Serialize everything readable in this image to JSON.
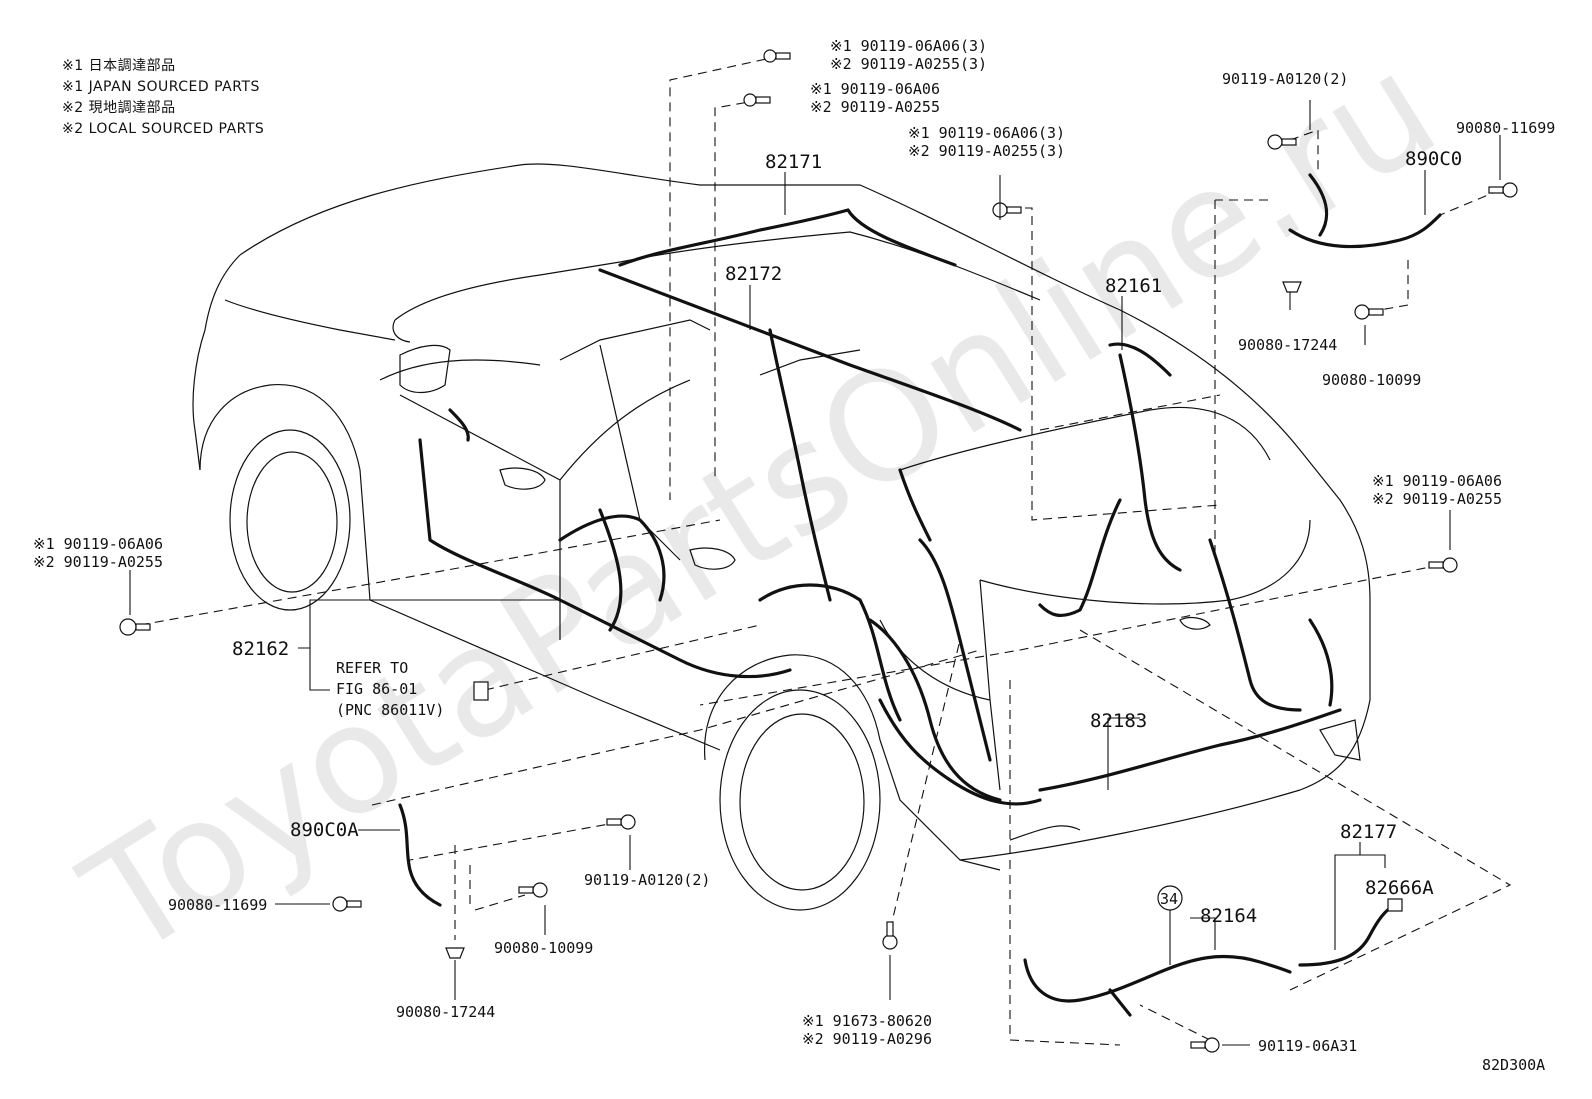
{
  "watermark": "ToyotaPartsOnline.ru",
  "notes": [
    "※1 日本調達部品",
    "※1 JAPAN SOURCED PARTS",
    "※2 現地調達部品",
    "※2 LOCAL SOURCED PARTS"
  ],
  "labels": {
    "p82171": "82171",
    "p82172": "82172",
    "p82161": "82161",
    "p82162": "82162",
    "p82183": "82183",
    "p82177": "82177",
    "p82666a": "82666A",
    "p82164": "82164",
    "p890c0": "890C0",
    "p890c0a": "890C0A",
    "circle34": "34",
    "fig_code": "82D300A"
  },
  "callouts": {
    "top1_a": "※1 90119-06A06(3)",
    "top1_b": "※2 90119-A0255(3)",
    "top2_a": "※1 90119-06A06",
    "top2_b": "※2 90119-A0255",
    "mid_a": "※1 90119-06A06(3)",
    "mid_b": "※2 90119-A0255(3)",
    "tr_a0120": "90119-A0120(2)",
    "tr_11699": "90080-11699",
    "tr_17244": "90080-17244",
    "tr_10099": "90080-10099",
    "right_a": "※1 90119-06A06",
    "right_b": "※2 90119-A0255",
    "left_a": "※1 90119-06A06",
    "left_b": "※2 90119-A0255",
    "refer1": "REFER TO",
    "refer2": "FIG 86-01",
    "refer3": "(PNC 86011V)",
    "bl_a0120": "90119-A0120(2)",
    "bl_11699": "90080-11699",
    "bl_10099": "90080-10099",
    "bl_17244": "90080-17244",
    "bot_a": "※1 91673-80620",
    "bot_b": "※2 90119-A0296",
    "br_06a31": "90119-06A31"
  }
}
